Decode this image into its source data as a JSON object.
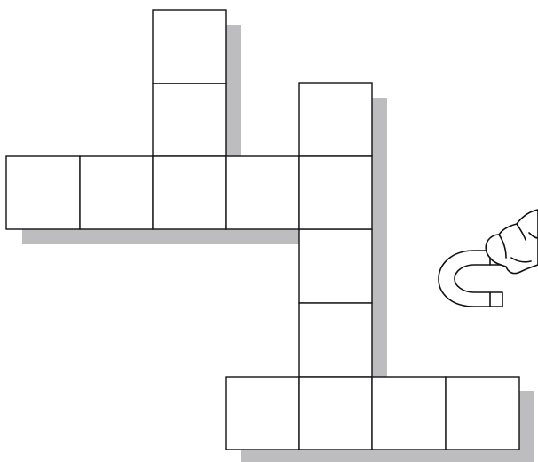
{
  "puzzle": {
    "grid_color": "#111111",
    "shadow_color": "#bdbdbf",
    "cell_fill": "#ffffff",
    "words": [
      {
        "id": "word-1",
        "direction": "down",
        "length": 3
      },
      {
        "id": "word-2",
        "direction": "across",
        "length": 5
      },
      {
        "id": "word-3",
        "direction": "down",
        "length": 5
      },
      {
        "id": "word-4",
        "direction": "across",
        "length": 4
      }
    ]
  },
  "illustration": {
    "icon": "hand-holding-horseshoe-magnet-icon"
  }
}
